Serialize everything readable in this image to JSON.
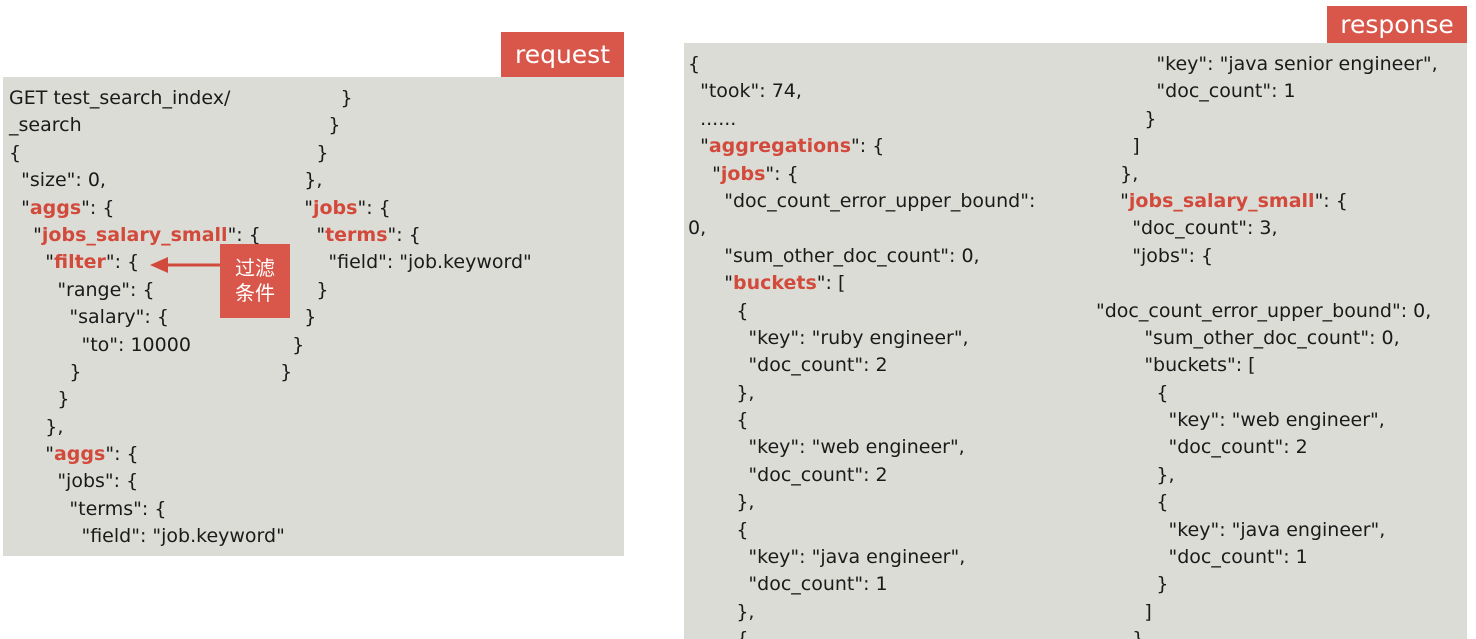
{
  "request": {
    "tag": "request",
    "left_lines": [
      [
        {
          "t": "GET test_search_index/"
        }
      ],
      [
        {
          "t": "_search"
        }
      ],
      [
        {
          "t": "{"
        }
      ],
      [
        {
          "t": "  \"size\": 0,"
        }
      ],
      [
        {
          "t": "  \""
        },
        {
          "t": "aggs",
          "k": true
        },
        {
          "t": "\": {"
        }
      ],
      [
        {
          "t": "    \""
        },
        {
          "t": "jobs_salary_small",
          "k": true
        },
        {
          "t": "\": {"
        }
      ],
      [
        {
          "t": "      \""
        },
        {
          "t": "filter",
          "k": true
        },
        {
          "t": "\": {"
        }
      ],
      [
        {
          "t": "        \"range\": {"
        }
      ],
      [
        {
          "t": "          \"salary\": {"
        }
      ],
      [
        {
          "t": "            \"to\": 10000"
        }
      ],
      [
        {
          "t": "          }"
        }
      ],
      [
        {
          "t": "        }"
        }
      ],
      [
        {
          "t": "      },"
        }
      ],
      [
        {
          "t": "      \""
        },
        {
          "t": "aggs",
          "k": true
        },
        {
          "t": "\": {"
        }
      ],
      [
        {
          "t": "        \"jobs\": {"
        }
      ],
      [
        {
          "t": "          \"terms\": {"
        }
      ],
      [
        {
          "t": "            \"field\": \"job.keyword\""
        }
      ]
    ],
    "right_lines": [
      [
        {
          "t": "            }"
        }
      ],
      [
        {
          "t": "          }"
        }
      ],
      [
        {
          "t": "        }"
        }
      ],
      [
        {
          "t": "      },"
        }
      ],
      [
        {
          "t": "      \""
        },
        {
          "t": "jobs",
          "k": true
        },
        {
          "t": "\": {"
        }
      ],
      [
        {
          "t": "        \""
        },
        {
          "t": "terms",
          "k": true
        },
        {
          "t": "\": {"
        }
      ],
      [
        {
          "t": "          \"field\": \"job.keyword\""
        }
      ],
      [
        {
          "t": "        }"
        }
      ],
      [
        {
          "t": "      }"
        }
      ],
      [
        {
          "t": "    }"
        }
      ],
      [
        {
          "t": "  }"
        }
      ]
    ],
    "callout": [
      "过滤",
      "条件"
    ]
  },
  "response": {
    "tag": "response",
    "left_lines": [
      [
        {
          "t": "{"
        }
      ],
      [
        {
          "t": "  \"took\": 74,"
        }
      ],
      [
        {
          "t": "  ......"
        }
      ],
      [
        {
          "t": "  \""
        },
        {
          "t": "aggregations",
          "k": true
        },
        {
          "t": "\": {"
        }
      ],
      [
        {
          "t": "    \""
        },
        {
          "t": "jobs",
          "k": true
        },
        {
          "t": "\": {"
        }
      ],
      [
        {
          "t": "      \"doc_count_error_upper_bound\":"
        }
      ],
      [
        {
          "t": "0,"
        }
      ],
      [
        {
          "t": "      \"sum_other_doc_count\": 0,"
        }
      ],
      [
        {
          "t": "      \""
        },
        {
          "t": "buckets",
          "k": true
        },
        {
          "t": "\": ["
        }
      ],
      [
        {
          "t": "        {"
        }
      ],
      [
        {
          "t": "          \"key\": \"ruby engineer\","
        }
      ],
      [
        {
          "t": "          \"doc_count\": 2"
        }
      ],
      [
        {
          "t": "        },"
        }
      ],
      [
        {
          "t": "        {"
        }
      ],
      [
        {
          "t": "          \"key\": \"web engineer\","
        }
      ],
      [
        {
          "t": "          \"doc_count\": 2"
        }
      ],
      [
        {
          "t": "        },"
        }
      ],
      [
        {
          "t": "        {"
        }
      ],
      [
        {
          "t": "          \"key\": \"java engineer\","
        }
      ],
      [
        {
          "t": "          \"doc_count\": 1"
        }
      ],
      [
        {
          "t": "        },"
        }
      ],
      [
        {
          "t": "        {"
        }
      ]
    ],
    "right_lines": [
      [
        {
          "t": "          \"key\": \"java senior engineer\","
        }
      ],
      [
        {
          "t": "          \"doc_count\": 1"
        }
      ],
      [
        {
          "t": "        }"
        }
      ],
      [
        {
          "t": "      ]"
        }
      ],
      [
        {
          "t": "    },"
        }
      ],
      [
        {
          "t": "    \""
        },
        {
          "t": "jobs_salary_small",
          "k": true
        },
        {
          "t": "\": {"
        }
      ],
      [
        {
          "t": "      \"doc_count\": 3,"
        }
      ],
      [
        {
          "t": "      \"jobs\": {"
        }
      ],
      [
        {
          "t": ""
        }
      ],
      [
        {
          "t": "\"doc_count_error_upper_bound\": 0,"
        }
      ],
      [
        {
          "t": "        \"sum_other_doc_count\": 0,"
        }
      ],
      [
        {
          "t": "        \"buckets\": ["
        }
      ],
      [
        {
          "t": "          {"
        }
      ],
      [
        {
          "t": "            \"key\": \"web engineer\","
        }
      ],
      [
        {
          "t": "            \"doc_count\": 2"
        }
      ],
      [
        {
          "t": "          },"
        }
      ],
      [
        {
          "t": "          {"
        }
      ],
      [
        {
          "t": "            \"key\": \"java engineer\","
        }
      ],
      [
        {
          "t": "            \"doc_count\": 1"
        }
      ],
      [
        {
          "t": "          }"
        }
      ],
      [
        {
          "t": "        ]"
        }
      ],
      [
        {
          "t": "      }"
        }
      ]
    ]
  }
}
